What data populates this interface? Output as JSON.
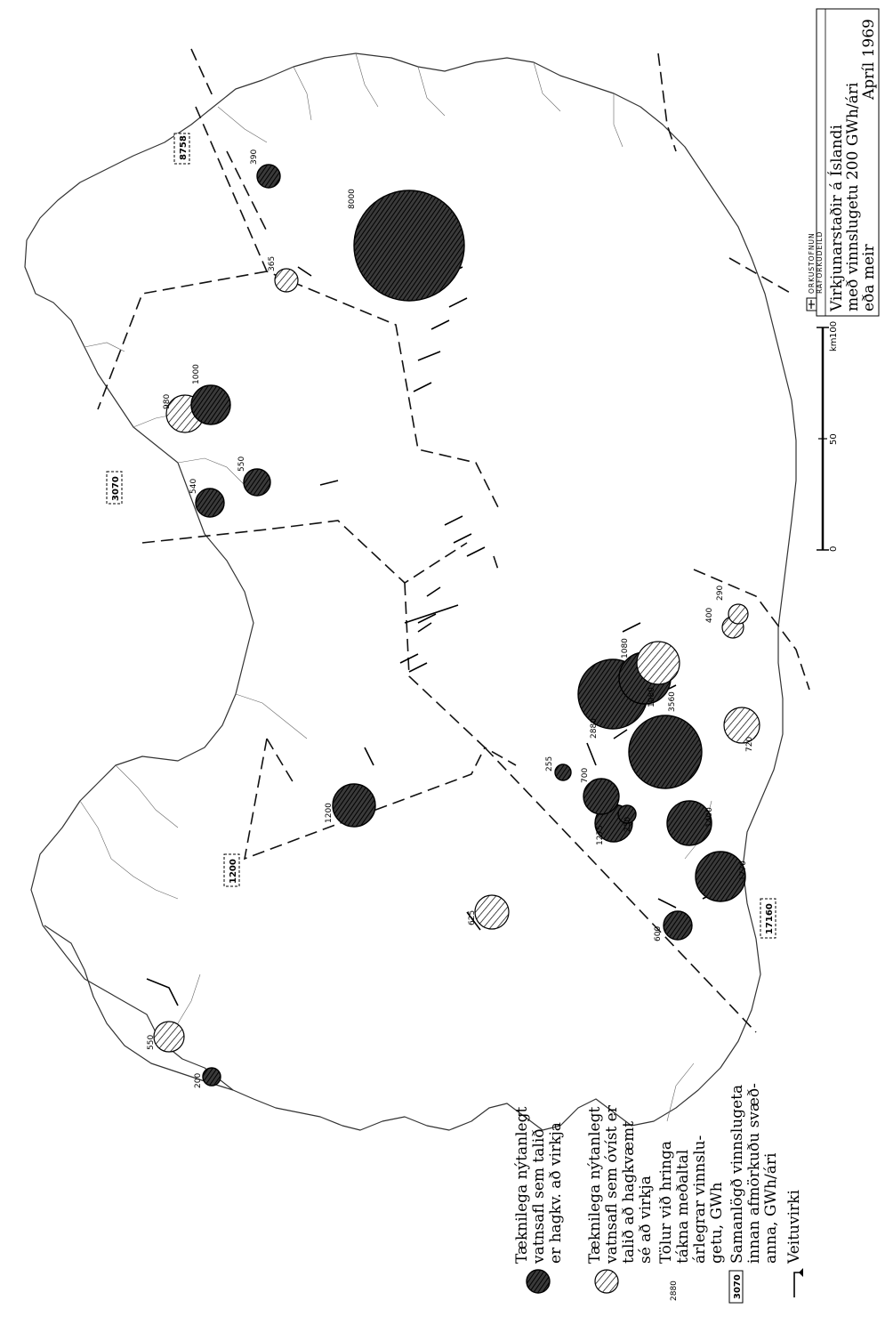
{
  "title_block": {
    "agency_line1": "ORKUSTOFNUN",
    "agency_line2": "RAFORKUDEILD",
    "title_line1": "Virkjunarstaðir á Íslandi",
    "title_line2": "með vinnslugetu 200 GWh/ári",
    "title_line3": "eða meir",
    "date": "Apríl 1969"
  },
  "scale": {
    "tick0": "0",
    "tick50": "50",
    "tick100": "100",
    "unit": "km"
  },
  "legend": {
    "dark_line1": "Tæknilega nýtanlegt",
    "dark_line2": "vatnsafl sem talið",
    "dark_line3": "er hagkv. að virkja",
    "light_line1": "Tæknilega nýtanlegt",
    "light_line2": "vatnsafl sem óvíst er",
    "light_line3": "talið að hagkvæmt",
    "light_line4": "sé að virkja",
    "numbers_sample": "2880",
    "numbers_line1": "Tölur við hringa",
    "numbers_line2": "tákna meðaltal",
    "numbers_line3": "árlegrar vinnslu-",
    "numbers_line4": "getu, GWh",
    "sum_sample": "3070",
    "sum_line1": "Samanlögð vinnslugeta",
    "sum_line2": "innan afmörkuðu svæð-",
    "sum_line3": "anna, GWh/ári",
    "works_line1": "Veituvirki"
  },
  "regions": [
    {
      "label": "8758"
    },
    {
      "label": "3070"
    },
    {
      "label": "1200"
    },
    {
      "label": "17160"
    }
  ],
  "sites": [
    {
      "value": "200",
      "type": "dark"
    },
    {
      "value": "550",
      "type": "light"
    },
    {
      "value": "625",
      "type": "light"
    },
    {
      "value": "1200",
      "type": "dark"
    },
    {
      "value": "600",
      "type": "dark"
    },
    {
      "value": "1770",
      "type": "dark"
    },
    {
      "value": "1400",
      "type": "dark"
    },
    {
      "value": "1275",
      "type": "dark"
    },
    {
      "value": "250",
      "type": "dark"
    },
    {
      "value": "700",
      "type": "dark"
    },
    {
      "value": "255",
      "type": "dark"
    },
    {
      "value": "2880",
      "type": "dark"
    },
    {
      "value": "3560",
      "type": "dark"
    },
    {
      "value": "1980",
      "type": "dark"
    },
    {
      "value": "1080",
      "type": "light"
    },
    {
      "value": "720",
      "type": "light"
    },
    {
      "value": "400",
      "type": "light"
    },
    {
      "value": "290",
      "type": "light"
    },
    {
      "value": "540",
      "type": "dark"
    },
    {
      "value": "550",
      "type": "dark"
    },
    {
      "value": "980",
      "type": "light"
    },
    {
      "value": "1000",
      "type": "dark"
    },
    {
      "value": "365",
      "type": "light"
    },
    {
      "value": "8000",
      "type": "dark"
    },
    {
      "value": "390",
      "type": "dark"
    }
  ]
}
